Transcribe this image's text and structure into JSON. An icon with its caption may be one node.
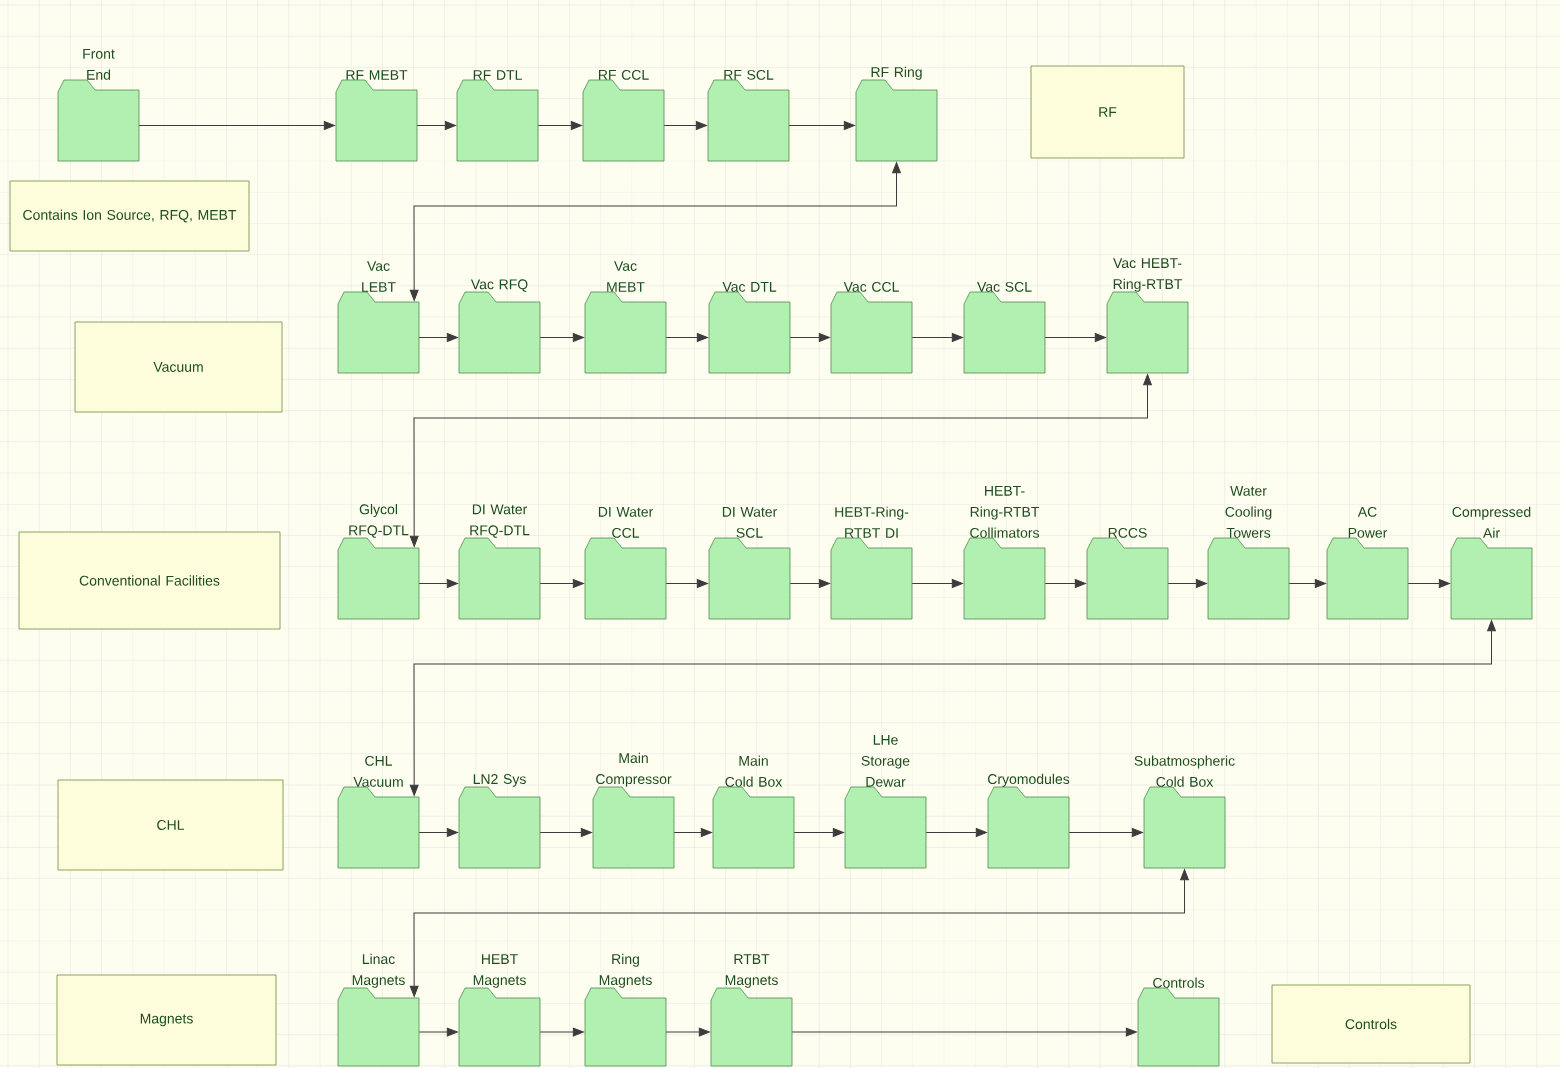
{
  "diagram": {
    "nodes": [
      {
        "text": [
          "Front End"
        ]
      },
      {
        "text": [
          "RF MEBT"
        ]
      },
      {
        "text": [
          "RF DTL"
        ]
      },
      {
        "text": [
          "RF CCL"
        ]
      },
      {
        "text": [
          "RF SCL"
        ]
      },
      {
        "text": [
          "RF Ring"
        ]
      },
      {
        "text": [
          "RF"
        ]
      },
      {
        "text": [
          "Contains Ion Source, RFQ, MEBT"
        ]
      },
      {
        "text": [
          "Vac LEBT"
        ]
      },
      {
        "text": [
          "Vac RFQ"
        ]
      },
      {
        "text": [
          "Vac MEBT"
        ]
      },
      {
        "text": [
          "Vac DTL"
        ]
      },
      {
        "text": [
          "Vac CCL"
        ]
      },
      {
        "text": [
          "Vac SCL"
        ]
      },
      {
        "text": [
          "Vac HEBT-Ring-RTBT"
        ]
      },
      {
        "text": [
          "Vacuum"
        ]
      },
      {
        "text": [
          "Glycol RFQ-DTL"
        ]
      },
      {
        "text": [
          "DI Water RFQ-DTL"
        ]
      },
      {
        "text": [
          "DI Water CCL"
        ]
      },
      {
        "text": [
          "DI Water SCL"
        ]
      },
      {
        "text": [
          "HEBT-Ring-RTBT DI"
        ]
      },
      {
        "text": [
          "HEBT-Ring-RTBT Collimators"
        ]
      },
      {
        "text": [
          "RCCS"
        ]
      },
      {
        "text": [
          "Water Cooling Towers"
        ]
      },
      {
        "text": [
          "AC Power"
        ]
      },
      {
        "text": [
          "Compressed Air"
        ]
      },
      {
        "text": [
          "Conventional Facilities"
        ]
      },
      {
        "text": [
          "CHL Vacuum"
        ]
      },
      {
        "text": [
          "LN2 Sys"
        ]
      },
      {
        "text": [
          "Main Compressor"
        ]
      },
      {
        "text": [
          "Main Cold Box"
        ]
      },
      {
        "text": [
          "LHe Storage Dewar"
        ]
      },
      {
        "text": [
          "Cryomodules"
        ]
      },
      {
        "text": [
          "Subatmospheric Cold Box"
        ]
      },
      {
        "text": [
          "CHL"
        ]
      },
      {
        "text": [
          "Linac Magnets"
        ]
      },
      {
        "text": [
          "HEBT Magnets"
        ]
      },
      {
        "text": [
          "Ring Magnets"
        ]
      },
      {
        "text": [
          "RTBT Magnets"
        ]
      },
      {
        "text": [
          "Controls"
        ]
      },
      {
        "text": [
          "Magnets"
        ]
      },
      {
        "text": [
          "Controls"
        ]
      }
    ],
    "edges": [
      {
        "from": 0,
        "to": 1,
        "arrow": "to"
      },
      {
        "from": 1,
        "to": 2,
        "arrow": "to"
      },
      {
        "from": 2,
        "to": 3,
        "arrow": "to"
      },
      {
        "from": 3,
        "to": 4,
        "arrow": "to"
      },
      {
        "from": 4,
        "to": 5,
        "arrow": "to"
      },
      {
        "from": 8,
        "to": 5,
        "arrow": "both"
      },
      {
        "from": 8,
        "to": 9,
        "arrow": "to"
      },
      {
        "from": 9,
        "to": 10,
        "arrow": "to"
      },
      {
        "from": 10,
        "to": 11,
        "arrow": "to"
      },
      {
        "from": 11,
        "to": 12,
        "arrow": "to"
      },
      {
        "from": 12,
        "to": 13,
        "arrow": "to"
      },
      {
        "from": 13,
        "to": 14,
        "arrow": "to"
      },
      {
        "from": 16,
        "to": 14,
        "arrow": "both"
      },
      {
        "from": 16,
        "to": 17,
        "arrow": "to"
      },
      {
        "from": 17,
        "to": 18,
        "arrow": "to"
      },
      {
        "from": 18,
        "to": 19,
        "arrow": "to"
      },
      {
        "from": 19,
        "to": 20,
        "arrow": "to"
      },
      {
        "from": 20,
        "to": 21,
        "arrow": "to"
      },
      {
        "from": 21,
        "to": 22,
        "arrow": "to"
      },
      {
        "from": 22,
        "to": 23,
        "arrow": "to"
      },
      {
        "from": 23,
        "to": 24,
        "arrow": "to"
      },
      {
        "from": 24,
        "to": 25,
        "arrow": "to"
      },
      {
        "from": 27,
        "to": 25,
        "arrow": "both"
      },
      {
        "from": 27,
        "to": 28,
        "arrow": "to"
      },
      {
        "from": 28,
        "to": 29,
        "arrow": "to"
      },
      {
        "from": 29,
        "to": 30,
        "arrow": "to"
      },
      {
        "from": 30,
        "to": 31,
        "arrow": "to"
      },
      {
        "from": 31,
        "to": 32,
        "arrow": "to"
      },
      {
        "from": 32,
        "to": 33,
        "arrow": "to"
      },
      {
        "from": 35,
        "to": 33,
        "arrow": "both"
      },
      {
        "from": 35,
        "to": 36,
        "arrow": "to"
      },
      {
        "from": 36,
        "to": 37,
        "arrow": "to"
      },
      {
        "from": 37,
        "to": 38,
        "arrow": "to"
      },
      {
        "from": 38,
        "to": 39,
        "arrow": "to"
      }
    ]
  }
}
